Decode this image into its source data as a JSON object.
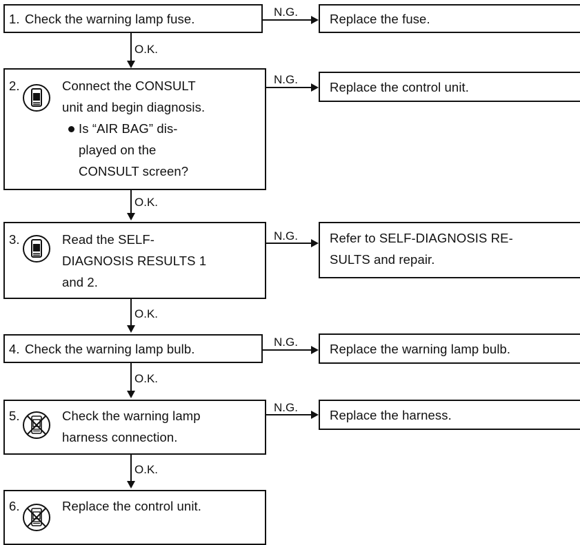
{
  "steps": [
    {
      "num": "1.",
      "lines": [
        "Check the warning lamp fuse."
      ],
      "icon": "none",
      "ng_label": "N.G.",
      "ng_action": [
        "Replace the fuse."
      ],
      "ok_label": "O.K."
    },
    {
      "num": "2.",
      "lines": [
        "Connect the CONSULT",
        "unit and begin diagnosis."
      ],
      "bullet_lines": [
        "Is “AIR BAG” dis-",
        "played on the",
        "CONSULT screen?"
      ],
      "icon": "consult-icon",
      "ng_label": "N.G.",
      "ng_action": [
        "Replace the control unit."
      ],
      "ok_label": "O.K."
    },
    {
      "num": "3.",
      "lines": [
        "Read the SELF-",
        "DIAGNOSIS RESULTS 1",
        "and 2."
      ],
      "icon": "consult-icon",
      "ng_label": "N.G.",
      "ng_action": [
        "Refer to SELF-DIAGNOSIS RE-",
        "SULTS and repair."
      ],
      "ok_label": "O.K."
    },
    {
      "num": "4.",
      "lines": [
        "Check the warning lamp bulb."
      ],
      "icon": "none",
      "ng_label": "N.G.",
      "ng_action": [
        "Replace the warning lamp bulb."
      ],
      "ok_label": "O.K."
    },
    {
      "num": "5.",
      "lines": [
        "Check the warning lamp",
        "harness connection."
      ],
      "icon": "no-consult-icon",
      "ng_label": "N.G.",
      "ng_action": [
        "Replace the harness."
      ],
      "ok_label": "O.K."
    },
    {
      "num": "6.",
      "lines": [
        "Replace the control unit."
      ],
      "icon": "no-consult-icon"
    }
  ]
}
